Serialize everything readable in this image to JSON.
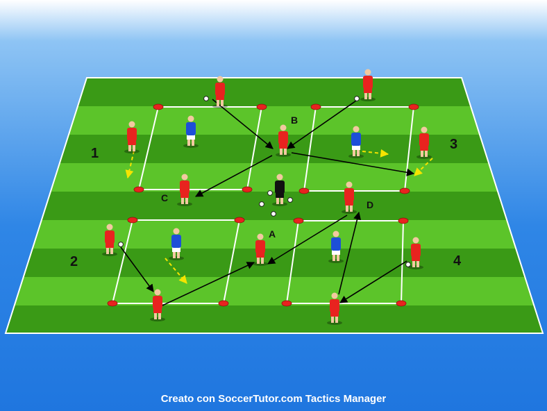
{
  "diagram": {
    "zone_labels": [
      "1",
      "2",
      "3",
      "4"
    ],
    "player_labels": [
      "A",
      "B",
      "C",
      "D"
    ],
    "colors": {
      "pitch_dark": "#3a9a16",
      "pitch_light": "#5cc42a",
      "lines": "#ffffff",
      "attacker": "#e8231f",
      "defender": "#1d4fd8",
      "neutral": "#111111",
      "cone": "#e8231f",
      "pass_arrow": "#000000",
      "run_arrow": "#f5e400"
    }
  },
  "footer": {
    "credit": "Creato con SoccerTutor.com Tactics Manager"
  }
}
